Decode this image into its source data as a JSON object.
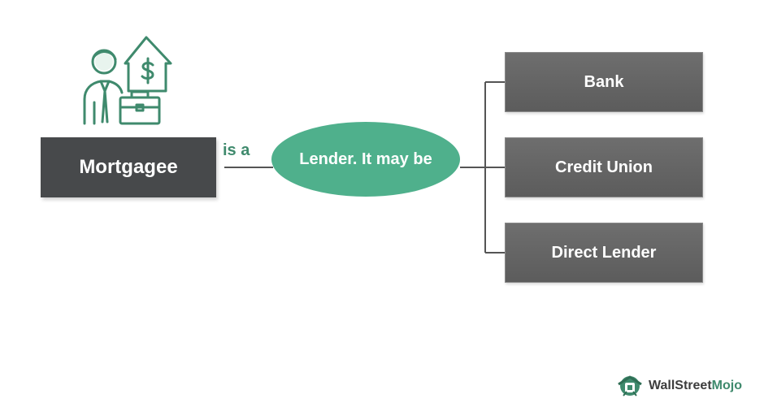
{
  "diagram": {
    "subject_label": "Mortgagee",
    "relation_label": "is a",
    "center_label": "Lender. It may be",
    "options": [
      {
        "label": "Bank"
      },
      {
        "label": "Credit Union"
      },
      {
        "label": "Direct Lender"
      }
    ]
  },
  "brand": {
    "name": "WallStreetMojo",
    "name_part1": "WallStreet",
    "name_part2": "Mojo",
    "accent_color": "#3f8a6d"
  },
  "colors": {
    "subject_box": "#47494b",
    "option_box": "#636363",
    "center_ellipse": "#4fb08c",
    "connector_line": "#555555",
    "icon_green": "#3f8a6d"
  },
  "icons": {
    "person": "mortgagee-person-icon",
    "house": "house-dollar-icon",
    "briefcase": "briefcase-icon",
    "logo": "wallstreetmojo-logo-icon"
  }
}
